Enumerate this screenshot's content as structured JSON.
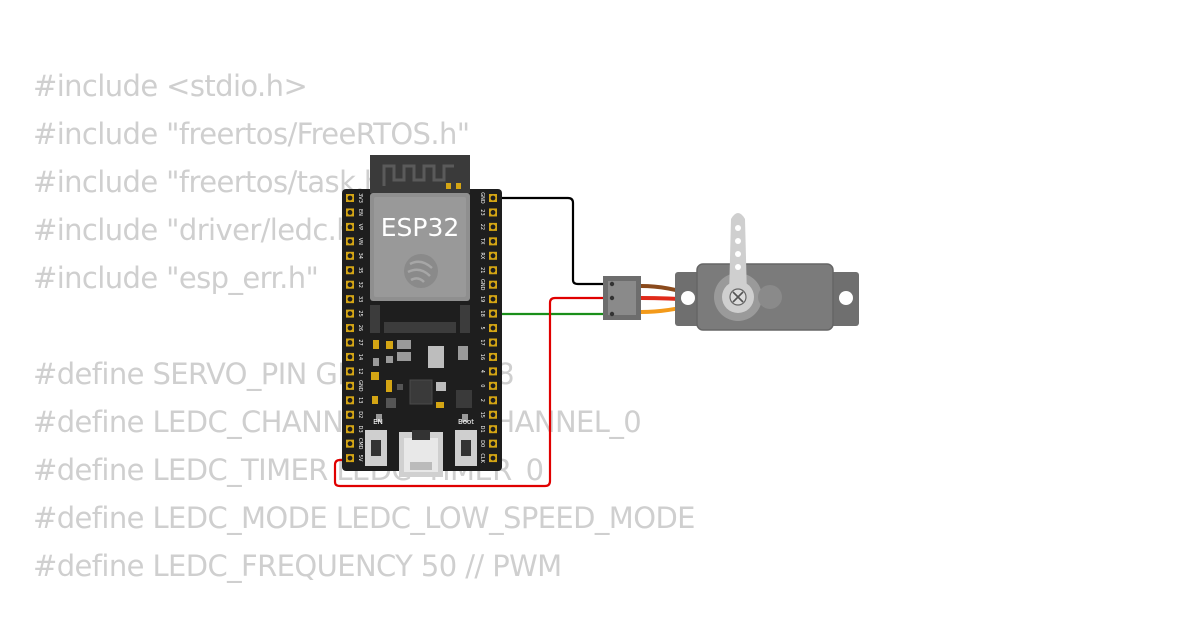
{
  "code_lines": [
    "#include <stdio.h>",
    "#include \"freertos/FreeRTOS.h\"",
    "#include \"freertos/task.h\"",
    "#include \"driver/ledc.h\"",
    "#include \"esp_err.h\"",
    "",
    "#define SERVO_PIN GPIO_NUM_18",
    "#define LEDC_CHANNEL LEDC_CHANNEL_0",
    "#define LEDC_TIMER LEDC_TIMER_0",
    "#define LEDC_MODE LEDC_LOW_SPEED_MODE",
    "#define LEDC_FREQUENCY 50 // PWM"
  ],
  "board": {
    "chip_label": "ESP32",
    "button_en_label": "EN",
    "button_boot_label": "Boot",
    "left_pins": [
      "3V3",
      "EN",
      "VP",
      "VN",
      "34",
      "35",
      "32",
      "33",
      "25",
      "26",
      "27",
      "14",
      "12",
      "GND",
      "13",
      "D2",
      "D3",
      "CMD",
      "5V"
    ],
    "right_pins": [
      "GND",
      "23",
      "22",
      "TX",
      "RX",
      "21",
      "GND",
      "19",
      "18",
      "5",
      "17",
      "16",
      "4",
      "0",
      "2",
      "15",
      "D1",
      "D0",
      "CLK"
    ]
  },
  "colors": {
    "board": "#1e1e1e",
    "wire_gnd": "#000000",
    "wire_vcc": "#e00000",
    "wire_signal": "#1a8f1a",
    "servo_body": "#707070"
  }
}
